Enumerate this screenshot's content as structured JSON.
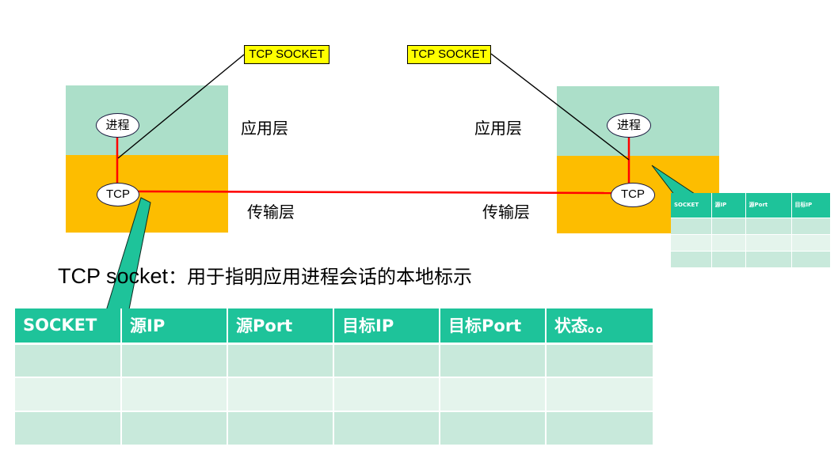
{
  "callouts": {
    "left": "TCP SOCKET",
    "right": "TCP SOCKET"
  },
  "layers": {
    "application": "应用层",
    "transport": "传输层"
  },
  "host_left": {
    "process": "进程",
    "tcp": "TCP"
  },
  "host_right": {
    "process": "进程",
    "tcp": "TCP"
  },
  "caption": {
    "term": "TCP socket",
    "separator": "：",
    "text": "用于指明应用进程会话的本地标示"
  },
  "socket_table": {
    "headers": [
      "SOCKET",
      "源IP",
      "源Port",
      "目标IP",
      "目标Port",
      "状态。。"
    ],
    "rows": [
      [
        "",
        "",
        "",
        "",
        "",
        ""
      ],
      [
        "",
        "",
        "",
        "",
        "",
        ""
      ],
      [
        "",
        "",
        "",
        "",
        "",
        ""
      ]
    ]
  },
  "socket_table_small": {
    "headers": [
      "SOCKET",
      "源IP",
      "源Port",
      "目标IP"
    ],
    "rows": [
      [
        "",
        "",
        "",
        ""
      ],
      [
        "",
        "",
        "",
        ""
      ],
      [
        "",
        "",
        "",
        ""
      ]
    ]
  },
  "colors": {
    "application_layer": "#acdfc9",
    "transport_layer": "#fdbd00",
    "callout_fill": "#ffff00",
    "link_line": "#ff0000",
    "table_header": "#1ec39a",
    "pointer_fill": "#1ec39a"
  }
}
